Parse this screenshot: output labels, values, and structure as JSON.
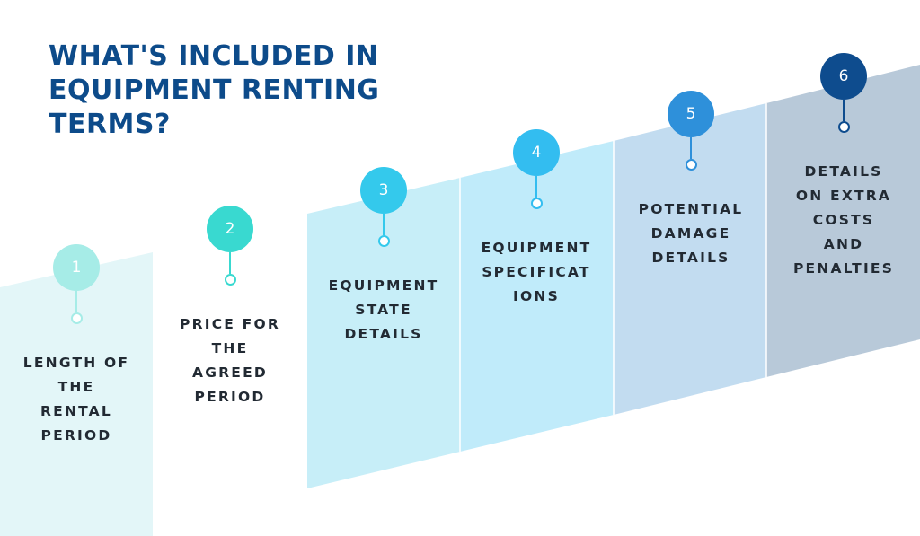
{
  "title_lines": [
    "WHAT'S INCLUDED IN",
    "EQUIPMENT RENTING",
    "TERMS?"
  ],
  "steps": [
    {
      "number": "1",
      "label_lines": [
        "LENGTH OF",
        "THE",
        "RENTAL",
        "PERIOD"
      ],
      "badge_color": "#a6ece7",
      "panel_color": "#e3f6f8"
    },
    {
      "number": "2",
      "label_lines": [
        "PRICE FOR",
        "THE",
        "AGREED",
        "PERIOD"
      ],
      "badge_color": "#39d9d0",
      "panel_color": "#ffffff"
    },
    {
      "number": "3",
      "label_lines": [
        "EQUIPMENT",
        "STATE",
        "DETAILS"
      ],
      "badge_color": "#34c9ec",
      "panel_color": "#c7eef8"
    },
    {
      "number": "4",
      "label_lines": [
        "EQUIPMENT",
        "SPECIFICAT",
        "IONS"
      ],
      "badge_color": "#33bdf0",
      "panel_color": "#c0ebfa"
    },
    {
      "number": "5",
      "label_lines": [
        "POTENTIAL",
        "DAMAGE",
        "DETAILS"
      ],
      "badge_color": "#2e90da",
      "panel_color": "#c2dcf0"
    },
    {
      "number": "6",
      "label_lines": [
        "DETAILS",
        "ON EXTRA",
        "COSTS",
        "AND",
        "PENALTIES"
      ],
      "badge_color": "#0e4c8e",
      "panel_color": "#b8c9d9"
    }
  ]
}
